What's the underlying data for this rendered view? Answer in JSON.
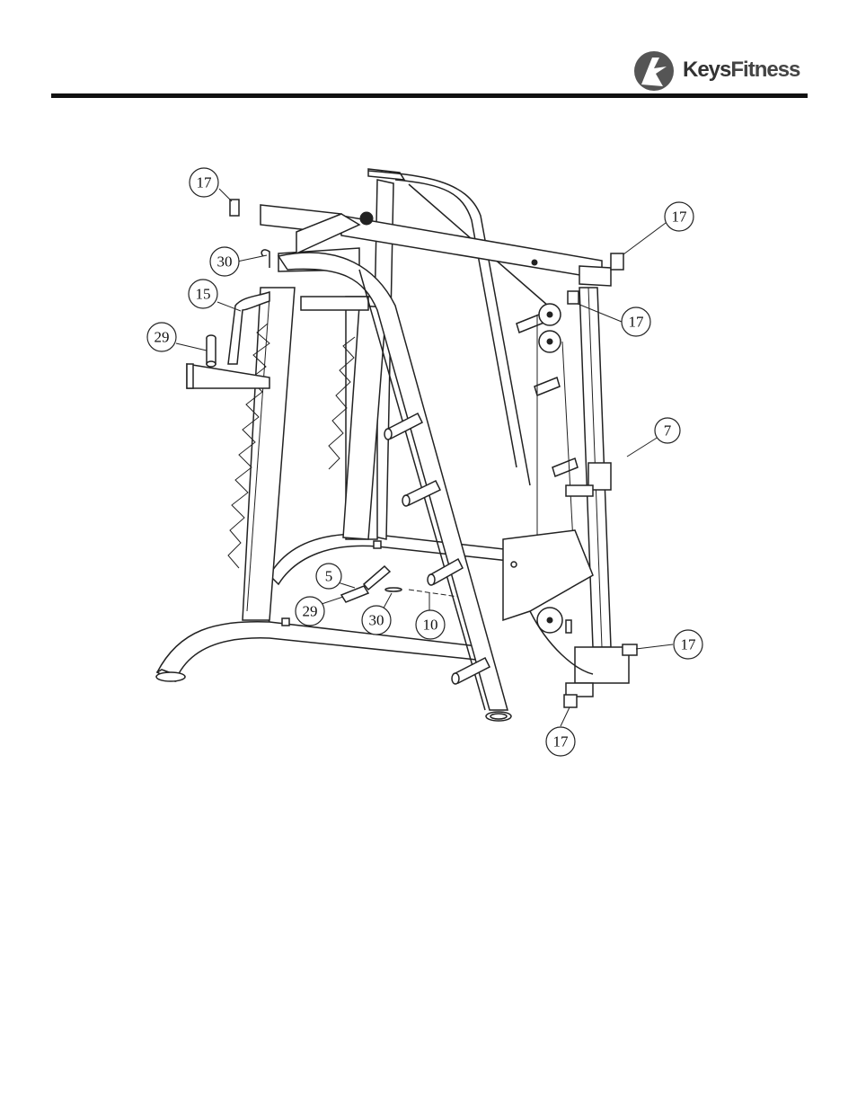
{
  "header": {
    "brand_part1": "Keys",
    "brand_part2": "Fitness"
  },
  "diagram": {
    "callouts": [
      "17",
      "17",
      "17",
      "17",
      "17",
      "30",
      "15",
      "29",
      "7",
      "5",
      "29",
      "30",
      "10"
    ]
  }
}
